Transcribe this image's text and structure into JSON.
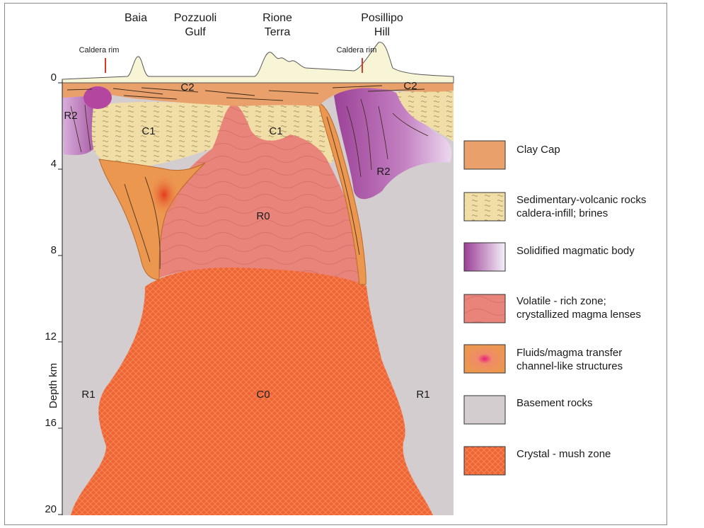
{
  "surface_labels": {
    "baia": "Baia",
    "pozzuoli_1": "Pozzuoli",
    "pozzuoli_2": "Gulf",
    "rione_1": "Rione",
    "rione_2": "Terra",
    "posillipo_1": "Posillipo",
    "posillipo_2": "Hill",
    "caldera_rim_left": "Caldera rim",
    "caldera_rim_right": "Caldera rim"
  },
  "depth_axis": {
    "title": "Depth km",
    "ticks": [
      "0",
      "4",
      "8",
      "12",
      "16",
      "20"
    ]
  },
  "units": {
    "c2_left": "C2",
    "c2_right": "C2",
    "c1_left": "C1",
    "c1_right": "C1",
    "r2_left": "R2",
    "r2_right": "R2",
    "r0": "R0",
    "c0": "C0",
    "r1_left": "R1",
    "r1_right": "R1"
  },
  "legend": [
    {
      "text": [
        "Clay Cap"
      ],
      "color": "#e9a06b"
    },
    {
      "text": [
        "Sedimentary-volcanic rocks",
        "caldera-infill; brines"
      ],
      "color": "#f0dca4"
    },
    {
      "text": [
        "Solidified magmatic body"
      ],
      "color": "#a64ea0"
    },
    {
      "text": [
        "Volatile - rich zone;",
        "crystallized magma lenses"
      ],
      "color": "#e8867a"
    },
    {
      "text": [
        "Fluids/magma transfer",
        "channel-like structures"
      ],
      "color": "#e89a55"
    },
    {
      "text": [
        "Basement rocks"
      ],
      "color": "#d3cdcf"
    },
    {
      "text": [
        "Crystal - mush zone"
      ],
      "color": "#f06a3a"
    }
  ]
}
